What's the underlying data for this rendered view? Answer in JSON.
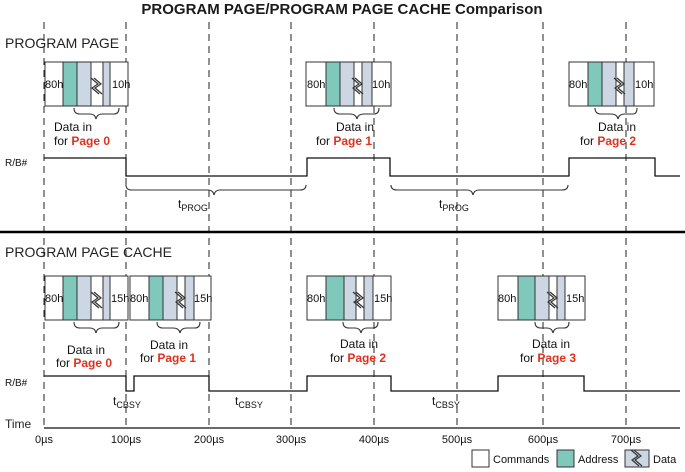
{
  "title": "PROGRAM PAGE/PROGRAM PAGE CACHE Comparison",
  "colors": {
    "address": "#7fc8bb",
    "data": "#cdd7e4",
    "command": "#ffffff",
    "page_label": "#e0301e"
  },
  "program_page": {
    "title": "PROGRAM PAGE",
    "signal": "R/B#",
    "ops": [
      {
        "first_cmd": "80h",
        "last_cmd": "10h",
        "caption": "Data in",
        "prefix": "for ",
        "page": "Page 0"
      },
      {
        "first_cmd": "80h",
        "last_cmd": "10h",
        "caption": "Data in",
        "prefix": "for ",
        "page": "Page 1"
      },
      {
        "first_cmd": "80h",
        "last_cmd": "10h",
        "caption": "Data in",
        "prefix": "for ",
        "page": "Page 2"
      }
    ],
    "busy": [
      {
        "main": "t",
        "sub": "PROG"
      },
      {
        "main": "t",
        "sub": "PROG"
      }
    ]
  },
  "program_page_cache": {
    "title": "PROGRAM PAGE CACHE",
    "signal": "R/B#",
    "ops": [
      {
        "first_cmd": "80h",
        "last_cmd": "15h",
        "caption": "Data in",
        "prefix": "for ",
        "page": "Page 0"
      },
      {
        "first_cmd": "80h",
        "last_cmd": "15h",
        "caption": "Data in",
        "prefix": "for ",
        "page": "Page 1"
      },
      {
        "first_cmd": "80h",
        "last_cmd": "15h",
        "caption": "Data in",
        "prefix": "for ",
        "page": "Page 2"
      },
      {
        "first_cmd": "80h",
        "last_cmd": "15h",
        "caption": "Data in",
        "prefix": "for ",
        "page": "Page 3"
      }
    ],
    "busy": [
      {
        "main": "t",
        "sub": "CBSY"
      },
      {
        "main": "t",
        "sub": "CBSY"
      },
      {
        "main": "t",
        "sub": "CBSY"
      }
    ]
  },
  "time_axis": {
    "label": "Time",
    "ticks": [
      "0µs",
      "100µs",
      "200µs",
      "300µs",
      "400µs",
      "500µs",
      "600µs",
      "700µs"
    ]
  },
  "legend": {
    "commands": "Commands",
    "address": "Address",
    "data": "Data"
  }
}
